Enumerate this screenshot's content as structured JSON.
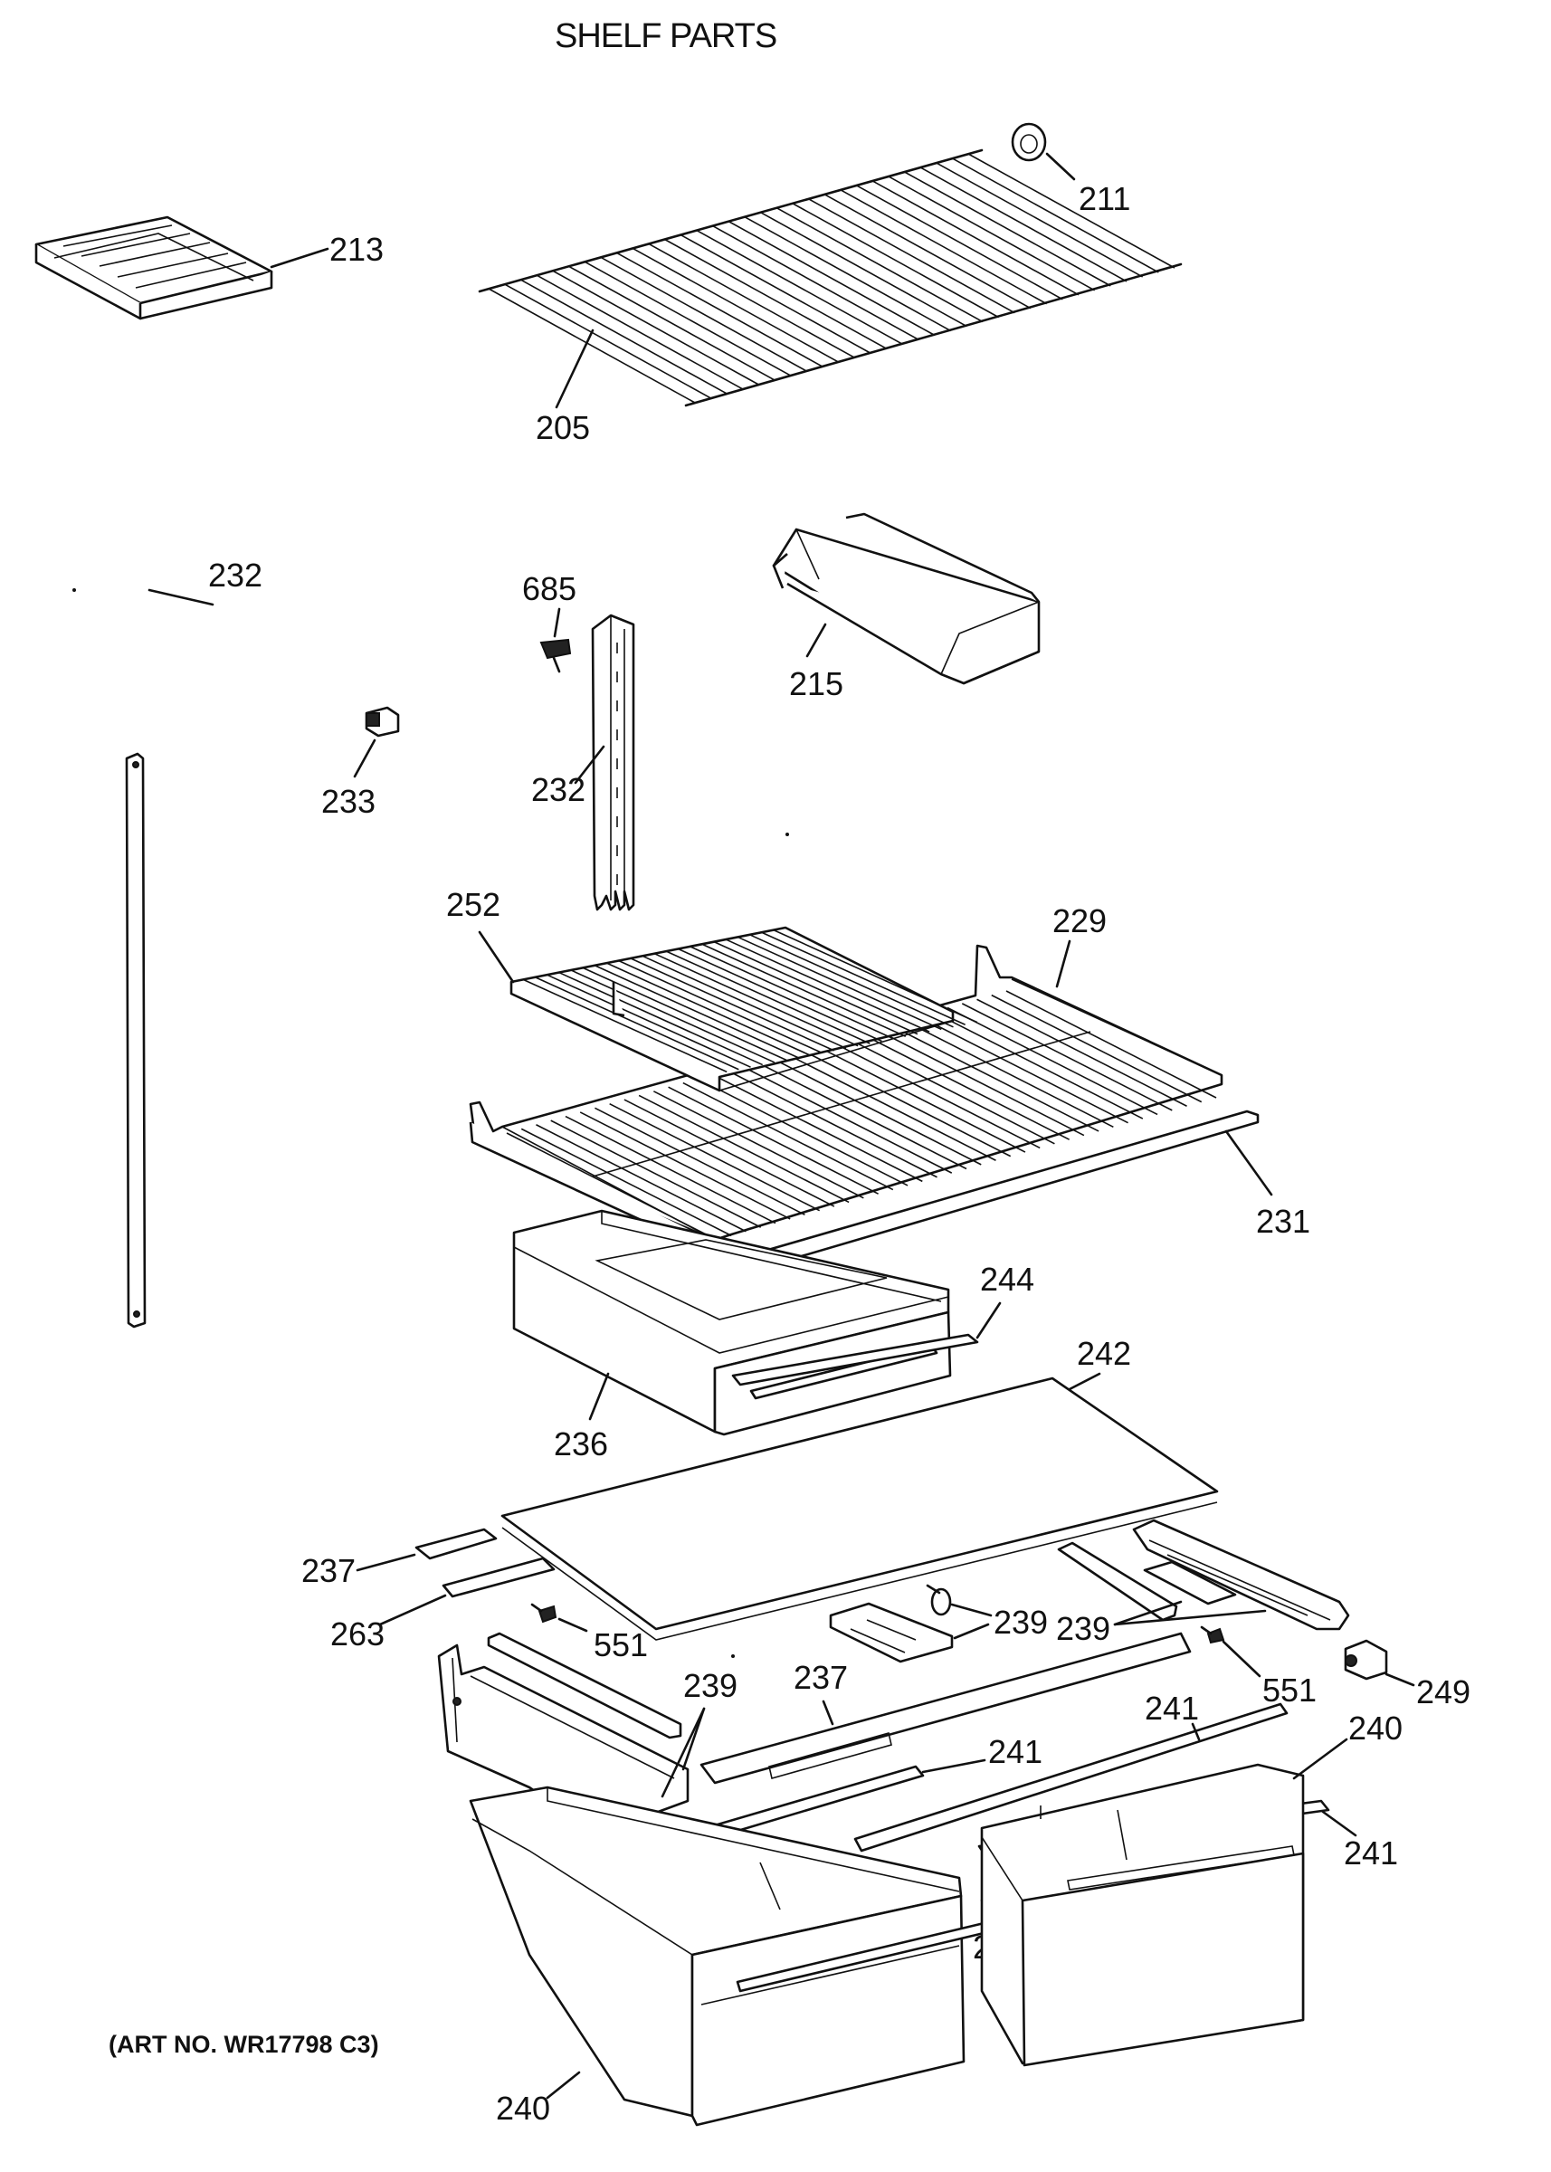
{
  "title": "SHELF PARTS",
  "art_number": "(ART NO. WR17798 C3)",
  "callouts": {
    "c213": "213",
    "c211": "211",
    "c205": "205",
    "c685": "685",
    "c215": "215",
    "c233": "233",
    "c232a": "232",
    "c232b": "232",
    "c252": "252",
    "c229": "229",
    "c231": "231",
    "c244": "244",
    "c242": "242",
    "c236": "236",
    "c237a": "237",
    "c263": "263",
    "c551a": "551",
    "c239a": "239",
    "c239b": "239",
    "c551b": "551",
    "c249": "249",
    "c239c": "239",
    "c237b": "237",
    "c241a": "241",
    "c241b": "241",
    "c240a": "240",
    "c241c": "241",
    "c241d": "241",
    "c240b": "240"
  }
}
